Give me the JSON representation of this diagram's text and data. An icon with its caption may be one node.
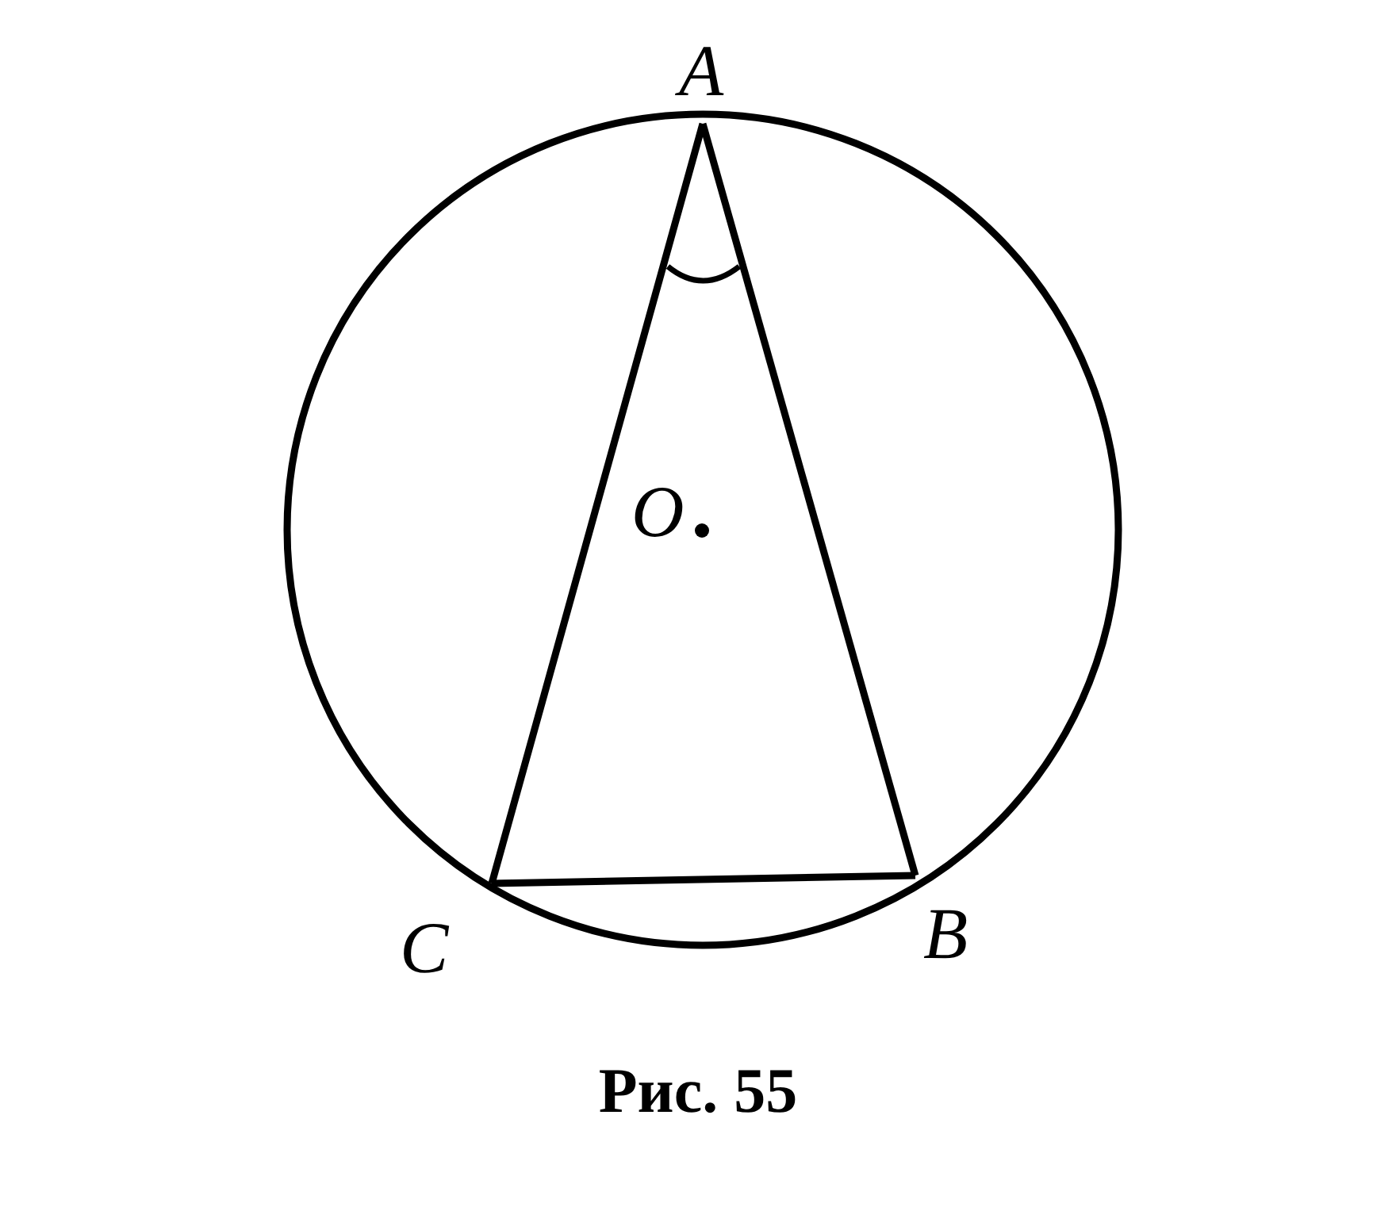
{
  "diagram": {
    "caption": "Рис. 55",
    "nodes": [
      {
        "text": [
          "A"
        ]
      },
      {
        "text": [
          "B"
        ]
      },
      {
        "text": [
          "C"
        ]
      },
      {
        "text": [
          "O"
        ]
      }
    ],
    "edges": [
      {
        "from": 0,
        "to": 1,
        "arrow": "none"
      },
      {
        "from": 0,
        "to": 2,
        "arrow": "none"
      },
      {
        "from": 2,
        "to": 1,
        "arrow": "none"
      }
    ]
  }
}
